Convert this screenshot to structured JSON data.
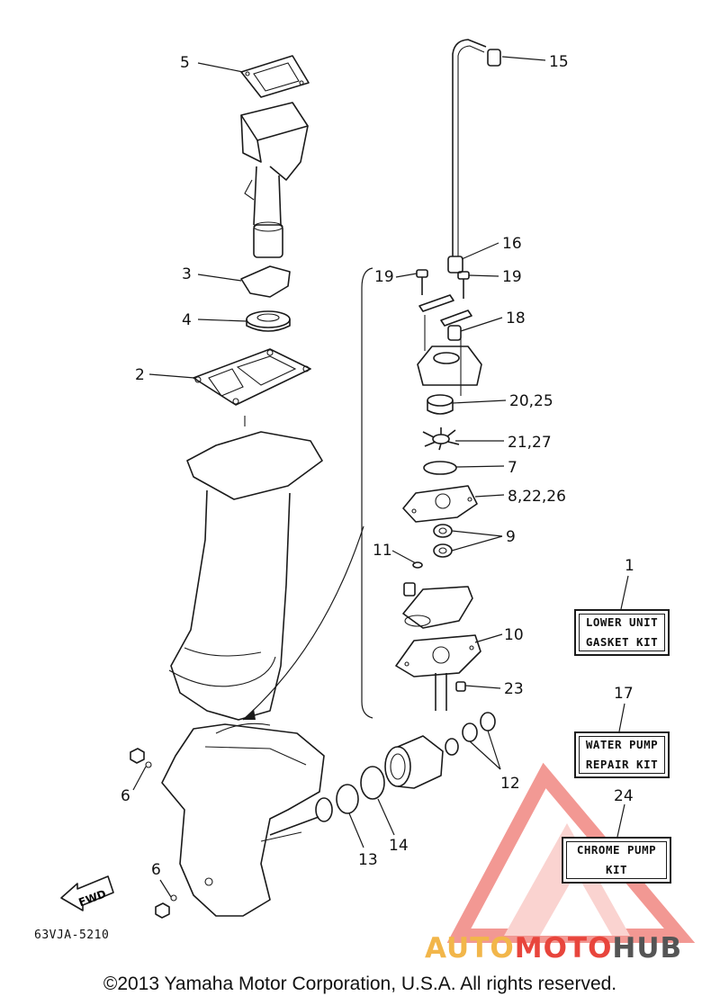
{
  "diagram": {
    "code": "63VJA-5210",
    "callouts": {
      "c1": "1",
      "c2": "2",
      "c3": "3",
      "c4": "4",
      "c5": "5",
      "c6a": "6",
      "c6b": "6",
      "c7": "7",
      "c8": "8,22,26",
      "c9": "9",
      "c10": "10",
      "c11": "11",
      "c12": "12",
      "c13": "13",
      "c14": "14",
      "c15": "15",
      "c16": "16",
      "c17": "17",
      "c18": "18",
      "c19a": "19",
      "c19b": "19",
      "c20": "20,25",
      "c21": "21,27",
      "c23": "23",
      "c24": "24"
    },
    "direction_label": "FWD"
  },
  "kits": {
    "lower_unit": {
      "line1": "LOWER UNIT",
      "line2": "GASKET KIT"
    },
    "water_pump": {
      "line1": "WATER PUMP",
      "line2": "REPAIR KIT"
    },
    "chrome_pump": {
      "line1": "CHROME PUMP",
      "line2": "KIT"
    }
  },
  "watermark": {
    "part1": "AUTO",
    "part2": "MOTO",
    "part3": "HUB",
    "colors": {
      "auto": "#f2b64a",
      "moto": "#e8453c",
      "hub": "#555555"
    }
  },
  "footer": {
    "copyright": "©2013 Yamaha Motor Corporation, U.S.A. All rights reserved."
  }
}
